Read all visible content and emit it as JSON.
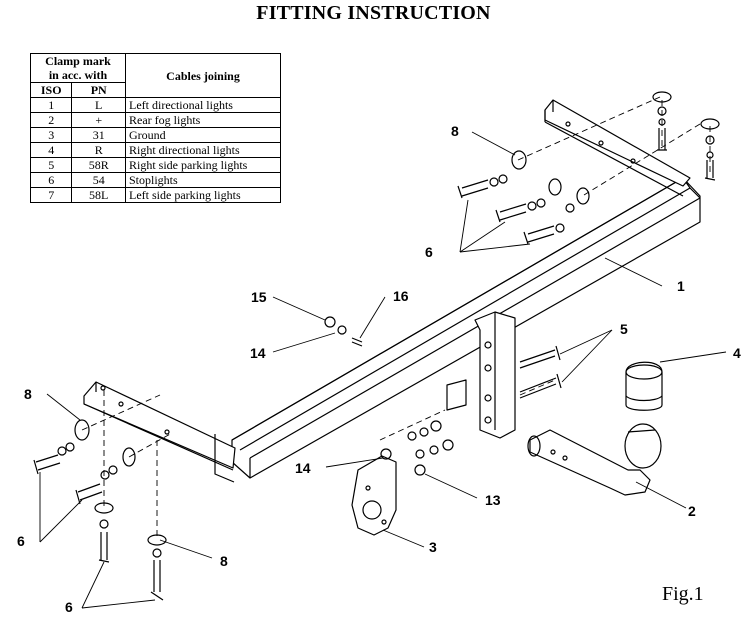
{
  "title": "FITTING INSTRUCTION",
  "table": {
    "header": {
      "clamp_mark_line1": "Clamp mark",
      "clamp_mark_line2": "in acc. with",
      "cables_joining": "Cables joining",
      "iso": "ISO",
      "pn": "PN"
    },
    "rows": [
      {
        "iso": "1",
        "pn": "L",
        "desc": "Left directional lights"
      },
      {
        "iso": "2",
        "pn": "+",
        "desc": "Rear fog lights"
      },
      {
        "iso": "3",
        "pn": "31",
        "desc": "Ground"
      },
      {
        "iso": "4",
        "pn": "R",
        "desc": "Right directional lights"
      },
      {
        "iso": "5",
        "pn": "58R",
        "desc": "Right side parking lights"
      },
      {
        "iso": "6",
        "pn": "54",
        "desc": "Stoplights"
      },
      {
        "iso": "7",
        "pn": "58L",
        "desc": "Left side parking lights"
      }
    ]
  },
  "callouts": {
    "c1": "1",
    "c2": "2",
    "c3": "3",
    "c4": "4",
    "c5": "5",
    "c6a": "6",
    "c6b": "6",
    "c6c": "6",
    "c8a": "8",
    "c8b": "8",
    "c8c": "8",
    "c13": "13",
    "c14a": "14",
    "c14b": "14",
    "c15": "15",
    "c16": "16"
  },
  "figure_label": "Fig.1"
}
